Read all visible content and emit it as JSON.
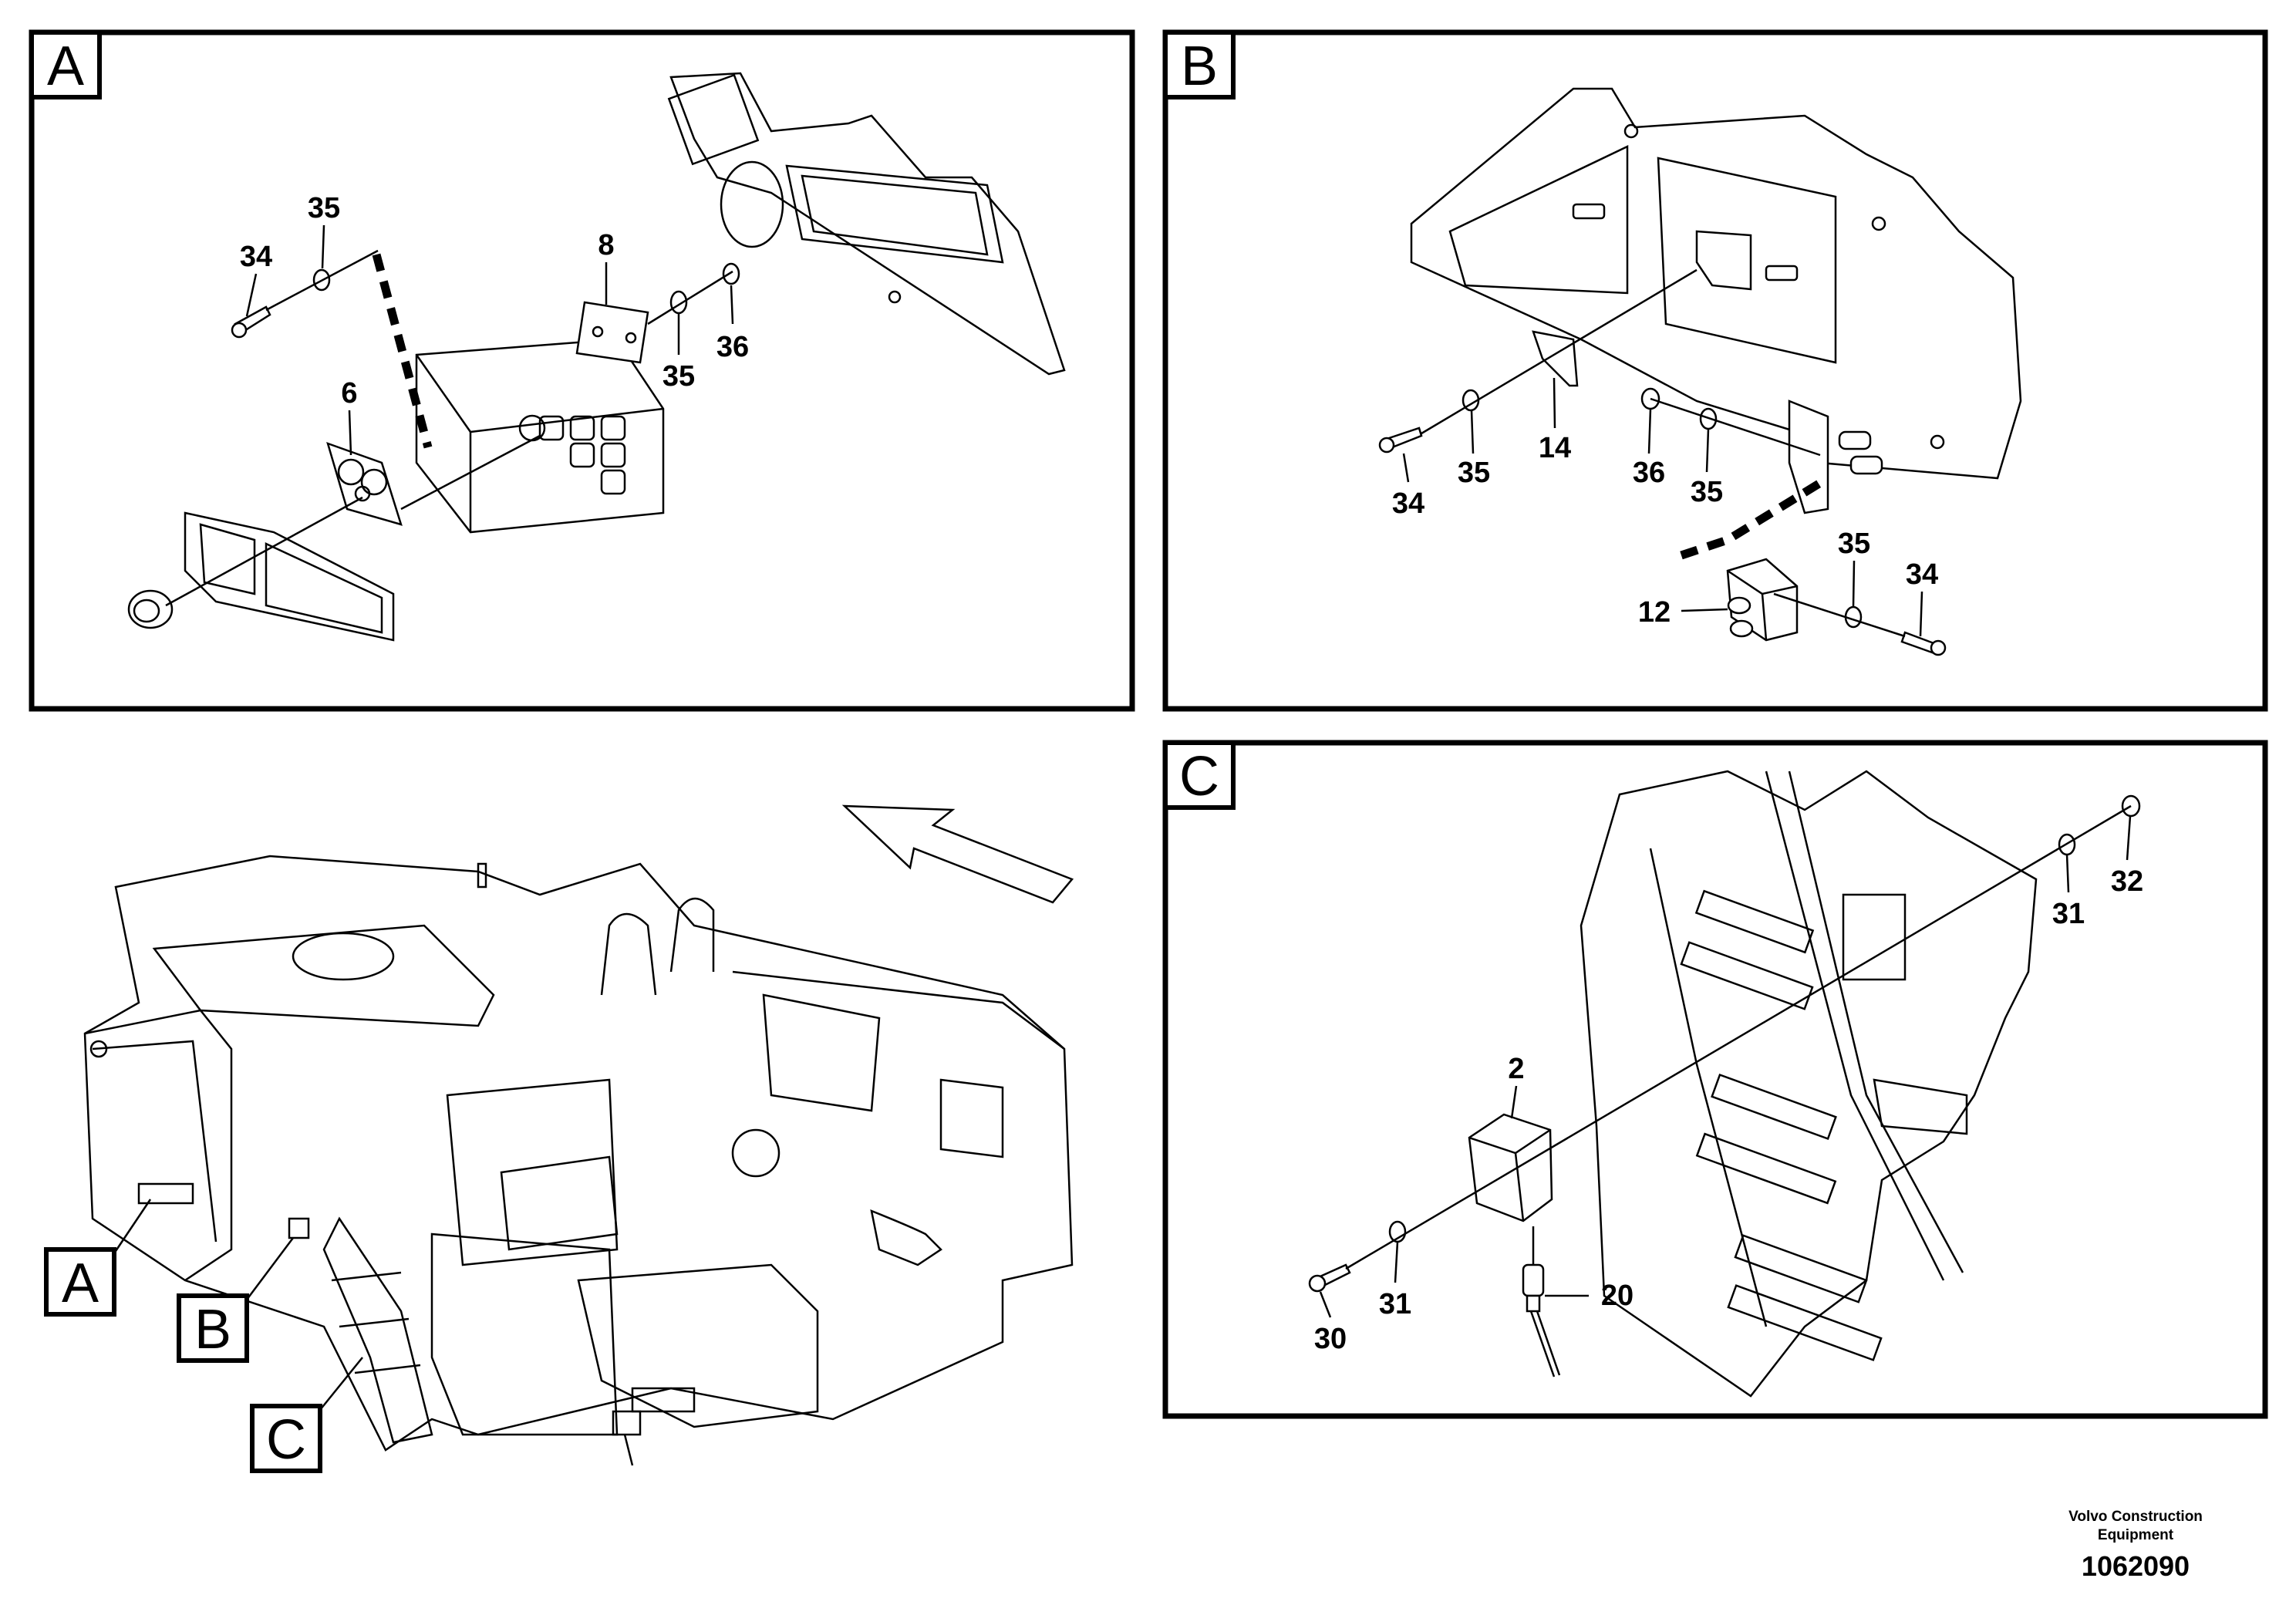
{
  "panels": [
    {
      "id": "A",
      "label": "A",
      "callouts": [
        "34",
        "35",
        "8",
        "35",
        "36",
        "6"
      ]
    },
    {
      "id": "B",
      "label": "B",
      "callouts": [
        "34",
        "35",
        "14",
        "36",
        "35",
        "12",
        "35",
        "34"
      ]
    },
    {
      "id": "C",
      "label": "C",
      "callouts": [
        "32",
        "31",
        "2",
        "20",
        "31",
        "30"
      ]
    }
  ],
  "overview": {
    "labels": [
      "A",
      "B",
      "C"
    ],
    "arrow_icon": "direction-arrow-icon"
  },
  "footer": {
    "company": "Volvo Construction Equipment",
    "doc_number": "1062090"
  }
}
